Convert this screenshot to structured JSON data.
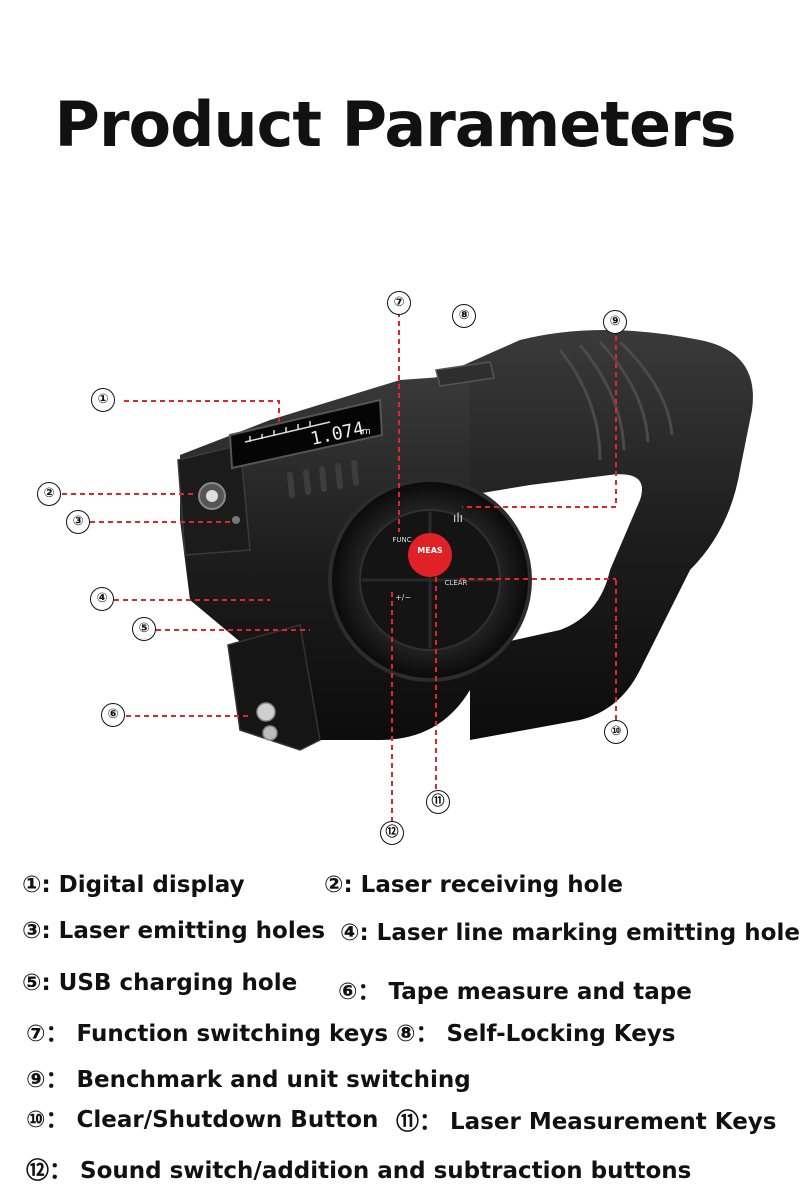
{
  "title": "Product Parameters",
  "device": {
    "screen_reading": "1.074",
    "screen_unit": "m",
    "buttons": {
      "func": "FUNC",
      "meas": "MEAS",
      "clear": "CLEAR",
      "sound": "+/−"
    }
  },
  "callouts": [
    "①",
    "②",
    "③",
    "④",
    "⑤",
    "⑥",
    "⑦",
    "⑧",
    "⑨",
    "⑩",
    "⑪",
    "⑫"
  ],
  "legend": [
    [
      "①: Digital display",
      "②: Laser receiving hole"
    ],
    [
      "③: Laser emitting holes",
      "④: Laser line marking emitting hole"
    ],
    [
      "⑤: USB charging hole",
      "⑥： Tape measure and tape"
    ],
    [
      "⑦： Function switching keys",
      "⑧： Self-Locking Keys"
    ],
    [
      "⑨： Benchmark and unit switching"
    ],
    [
      "⑩： Clear/Shutdown Button",
      "⑪： Laser Measurement Keys"
    ],
    [
      "⑫： Sound switch/addition and subtraction buttons"
    ]
  ],
  "colors": {
    "callout_line": "#e0262b",
    "device_body": "#1a1a1a",
    "meas_button": "#e02127"
  }
}
